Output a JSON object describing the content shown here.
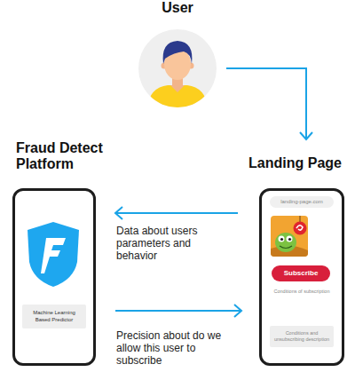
{
  "diagram": {
    "nodes": [
      {
        "text": [
          "User"
        ]
      },
      {
        "text": [
          "Fraud Detect Platform"
        ]
      },
      {
        "text": [
          "Machine Learning Based Predictor"
        ],
        "in": 1
      },
      {
        "text": [
          "Landing Page"
        ]
      },
      {
        "text": [
          "landing-page.com"
        ],
        "in": 3
      },
      {
        "text": [
          "Subscribe"
        ],
        "in": 3
      },
      {
        "text": [
          "Conditions and unsubscribing description"
        ],
        "in": 3
      }
    ],
    "edges": [
      {
        "from": 0,
        "to": 3,
        "arrow": "to"
      },
      {
        "from": 3,
        "to": 1,
        "label": "Data about users parameters and behavior",
        "arrow": "to"
      },
      {
        "from": 1,
        "to": 3,
        "label": "Precision about do we allow this user to subscribe",
        "arrow": "to"
      }
    ],
    "labels": [
      "Conditions of subscription"
    ]
  }
}
